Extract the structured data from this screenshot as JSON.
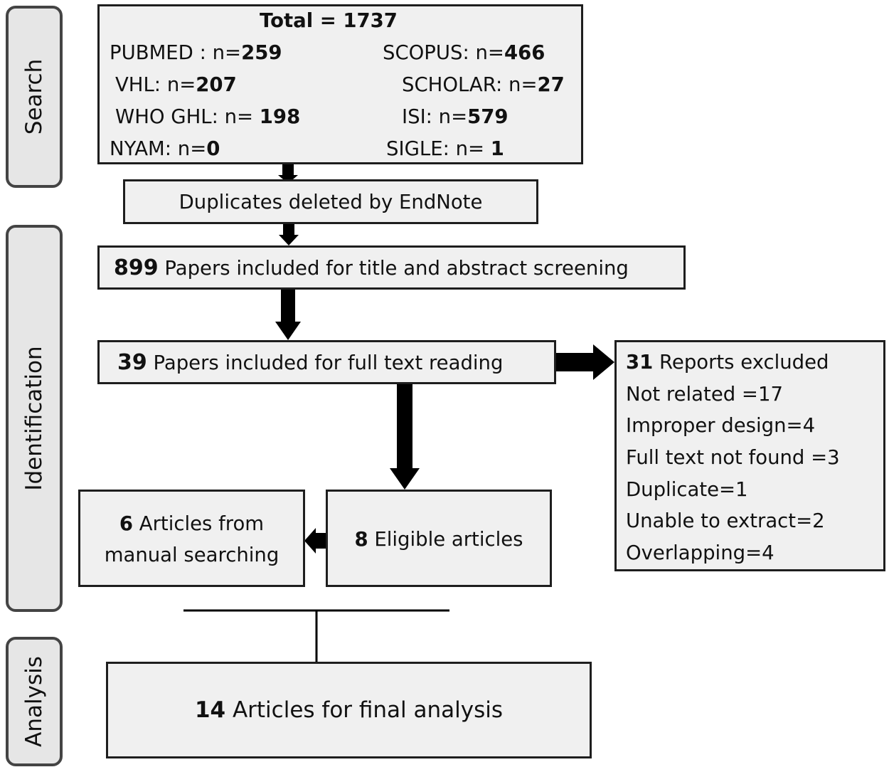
{
  "stages": {
    "search": "Search",
    "identification": "Identification",
    "analysis": "Analysis"
  },
  "search_box": {
    "total_prefix": "Total = ",
    "total_value": "1737",
    "sources": [
      {
        "label": "PUBMED : n=",
        "value": "259"
      },
      {
        "label": "SCOPUS: n=",
        "value": "466"
      },
      {
        "label": "VHL: n=",
        "value": "207"
      },
      {
        "label": "SCHOLAR: n=",
        "value": "27"
      },
      {
        "label": "WHO GHL: n= ",
        "value": "198"
      },
      {
        "label": "ISI: n=",
        "value": "579"
      },
      {
        "label": "NYAM: n=",
        "value": "0"
      },
      {
        "label": "SIGLE: n= ",
        "value": "1"
      }
    ]
  },
  "duplicates_box": {
    "text": "Duplicates deleted by EndNote"
  },
  "screening_box": {
    "count": "899",
    "text": " Papers included for title and abstract screening"
  },
  "fulltext_box": {
    "count": "39",
    "text": " Papers included for full text reading"
  },
  "excluded_box": {
    "count": "31",
    "title": " Reports excluded",
    "reasons": [
      "Not related =17",
      "Improper design=4",
      "Full text not found =3",
      "Duplicate=1",
      "Unable to extract=2",
      "Overlapping=4"
    ]
  },
  "manual_box": {
    "count": "6",
    "line1": " Articles from",
    "line2": "manual searching"
  },
  "eligible_box": {
    "count": "8",
    "text": " Eligible articles"
  },
  "final_box": {
    "count": "14",
    "text": " Articles for final analysis"
  },
  "colors": {
    "box_fill": "#f0f0f0",
    "stage_fill": "#e6e6e6",
    "border": "#1e1e1e",
    "arrow": "#000000"
  }
}
